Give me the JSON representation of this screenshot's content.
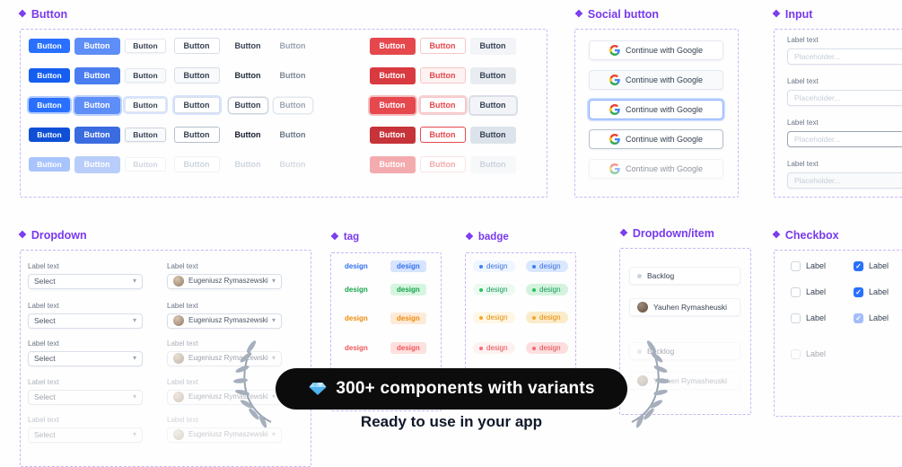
{
  "icons": {
    "section_diamond": "❖",
    "chevron_down": "▾",
    "check": "✓"
  },
  "sections": {
    "button": {
      "title": "Button",
      "label": "Button"
    },
    "social": {
      "title": "Social button",
      "label": "Continue with Google"
    },
    "input": {
      "title": "Input",
      "label": "Label text",
      "placeholder": "Placeholder..."
    },
    "dropdown": {
      "title": "Dropdown",
      "label": "Label text",
      "value": "Select",
      "user": "Eugeniusz Rymaszewski"
    },
    "tag": {
      "title": "tag",
      "label": "design"
    },
    "badge": {
      "title": "badge",
      "label": "design"
    },
    "dropdown_item": {
      "title": "Dropdown/item",
      "items": [
        {
          "label": "Backlog"
        },
        {
          "label": "Yauhen Rymasheuski"
        }
      ]
    },
    "checkbox": {
      "title": "Checkbox",
      "label": "Label"
    }
  },
  "banner": {
    "headline": "300+ components with variants",
    "subline": "Ready to use in your app"
  },
  "colors": {
    "accent_purple": "#7839ee",
    "dashed_border": "#c9b5f8",
    "primary_blue": "#2970ff",
    "danger_red": "#e5484d",
    "success_green": "#16a34a",
    "warning_orange": "#f79009",
    "info_blue": "#2f6fed",
    "banner_bg": "#0c0c0d"
  }
}
